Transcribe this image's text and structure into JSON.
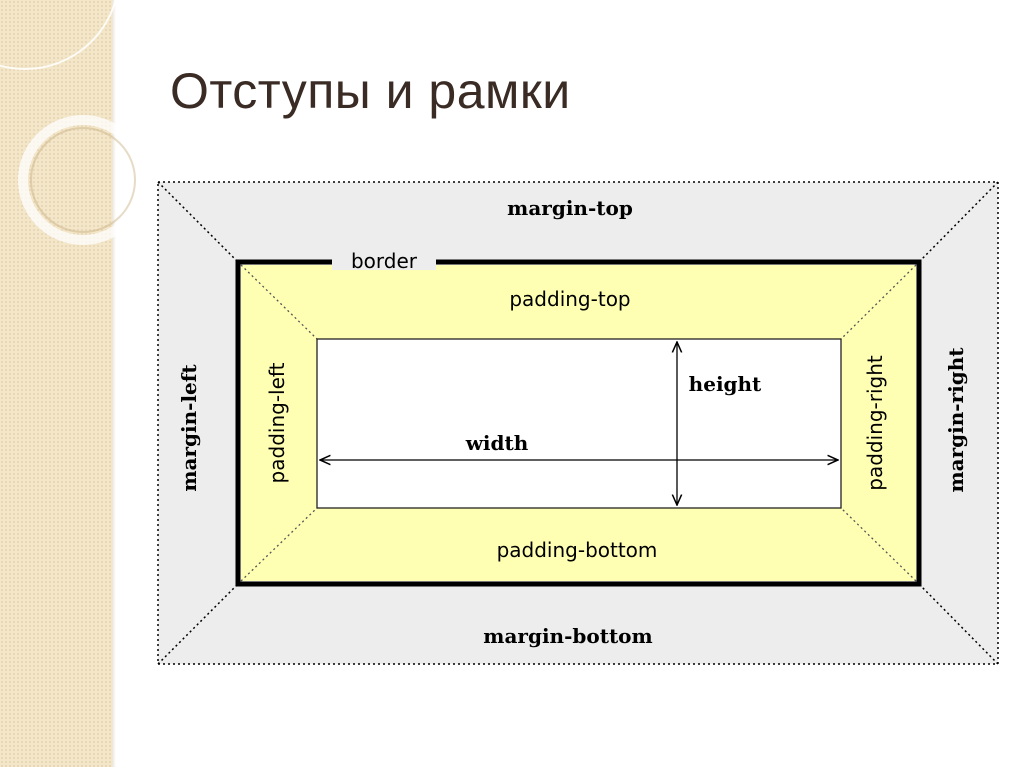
{
  "slide": {
    "title": "Отступы и рамки"
  },
  "diagram": {
    "labels": {
      "margin_top": "margin-top",
      "margin_bottom": "margin-bottom",
      "margin_left": "margin-left",
      "margin_right": "margin-right",
      "border": "border",
      "padding_top": "padding-top",
      "padding_bottom": "padding-bottom",
      "padding_left": "padding-left",
      "padding_right": "padding-right",
      "width": "width",
      "height": "height"
    },
    "colors": {
      "margin_fill": "#ededed",
      "padding_fill": "#ffffb4",
      "content_fill": "#ffffff",
      "border": "#000000",
      "title_text": "#3a2b24",
      "side_band": "#f3e6c9"
    }
  }
}
